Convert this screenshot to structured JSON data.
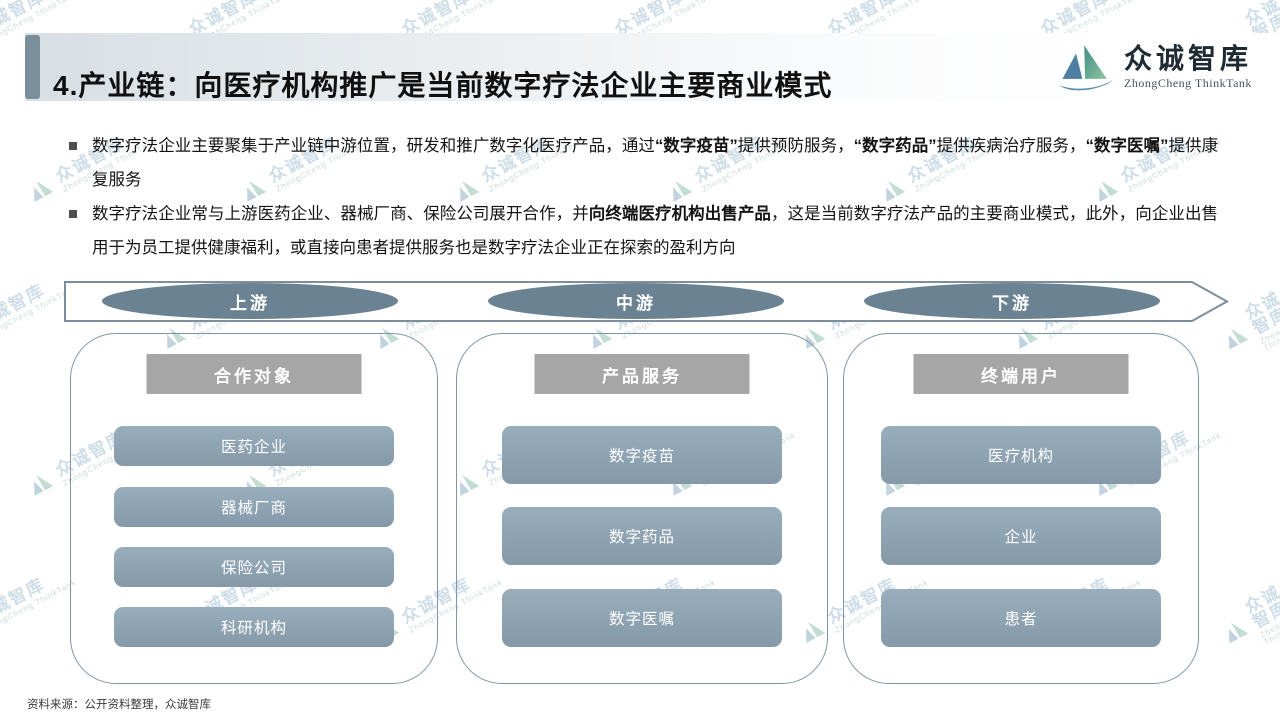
{
  "slide": {
    "title": "4.产业链：向医疗机构推广是当前数字疗法企业主要商业模式",
    "source_note": "资料来源：公开资料整理，众诚智库"
  },
  "logo": {
    "name": "众诚智库",
    "subtitle": "ZhongCheng ThinkTank"
  },
  "bullets": [
    {
      "segments": [
        {
          "t": "数字疗法企业主要聚集于产业链中游位置，研发和推广数字化医疗产品，通过",
          "b": false
        },
        {
          "t": "“数字疫苗”",
          "b": true
        },
        {
          "t": "提供预防服务，",
          "b": false
        },
        {
          "t": "“数字药品”",
          "b": true
        },
        {
          "t": "提供疾病治疗服务，",
          "b": false
        },
        {
          "t": "“数字医嘱”",
          "b": true
        },
        {
          "t": "提供康复服务",
          "b": false
        }
      ]
    },
    {
      "segments": [
        {
          "t": "数字疗法企业常与上游医药企业、器械厂商、保险公司展开合作，并",
          "b": false
        },
        {
          "t": "向终端医疗机构出售产品",
          "b": true
        },
        {
          "t": "，这是当前数字疗法产品的主要商业模式，此外，向企业出售用于为员工提供健康福利，或直接向患者提供服务也是数字疗法企业正在探索的盈利方向",
          "b": false
        }
      ]
    }
  ],
  "diagram": {
    "stages": [
      "上游",
      "中游",
      "下游"
    ],
    "columns": [
      {
        "header": "合作对象",
        "items": [
          "医药企业",
          "器械厂商",
          "保险公司",
          "科研机构"
        ]
      },
      {
        "header": "产品服务",
        "items": [
          "数字疫苗",
          "数字药品",
          "数字医嘱"
        ]
      },
      {
        "header": "终端用户",
        "items": [
          "医疗机构",
          "企业",
          "患者"
        ]
      }
    ]
  },
  "watermark": {
    "text": "众诚智库",
    "subtext": "ZhongCheng ThinkTank"
  },
  "colors": {
    "stage_ellipse": "#6b8292",
    "item_box_top": "#99aebc",
    "item_box_bottom": "#8599a9",
    "header_box": "#a6a6a6",
    "column_border": "#7d95a5",
    "title_accent_bar": "#7b8e9c",
    "arrow_border": "#7e8f9b"
  }
}
